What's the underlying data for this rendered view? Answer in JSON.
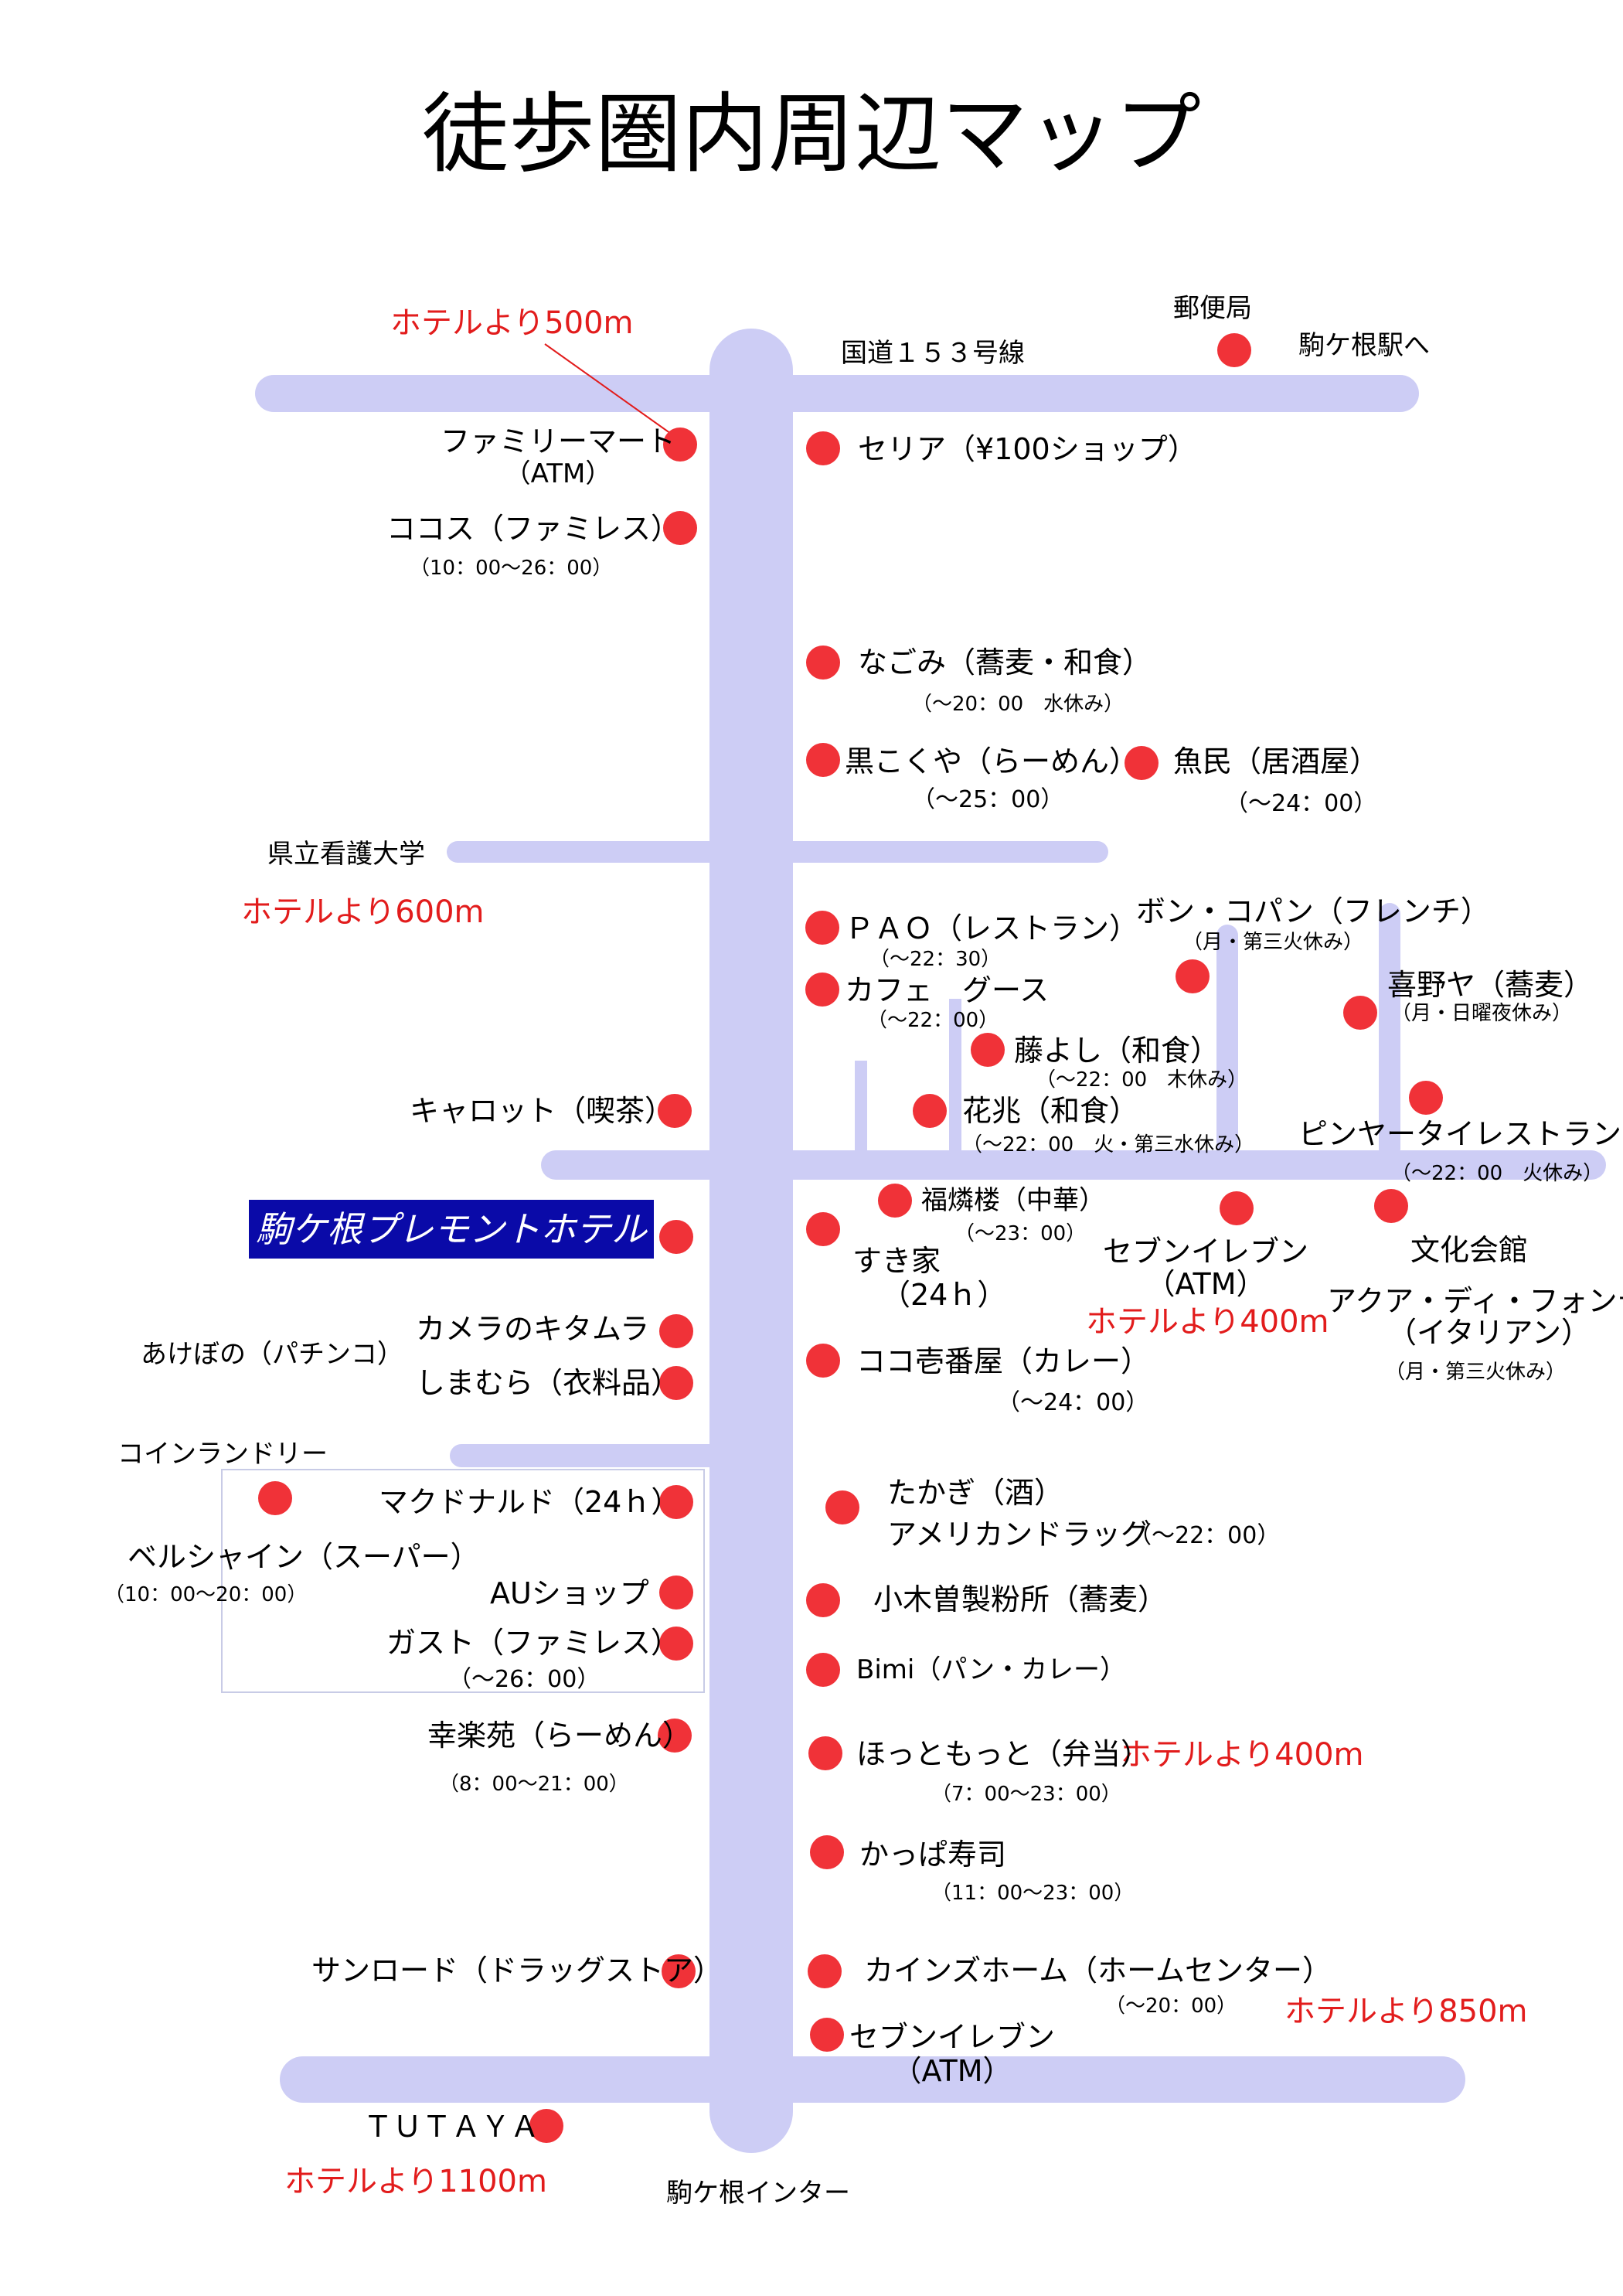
{
  "title": "徒歩圏内周辺マップ",
  "colors": {
    "road": "#cdcdf5",
    "marker": "#f03238",
    "distance_text": "#e21c1c",
    "hotel_box": "#0a0aa8"
  },
  "roads": {
    "route153": "国道１５３号線",
    "university": "県立看護大学",
    "laundry": "コインランドリー",
    "interchange": "駒ケ根インター"
  },
  "landmarks": {
    "post_office": "郵便局",
    "station": "駒ケ根駅へ",
    "pachinko": "あけぼの（パチンコ）",
    "hotel": "駒ケ根プレモントホテル"
  },
  "distances": {
    "d500": "ホテルより500m",
    "d600": "ホテルより600m",
    "d400a": "ホテルより400m",
    "d400b": "ホテルより400m",
    "d850": "ホテルより850m",
    "d1100": "ホテルより1100m"
  },
  "shops": {
    "familymart": "ファミリーマート",
    "familymart_atm": "（ATM）",
    "cocos": "ココス（ファミレス）",
    "cocos_hours": "（10：00～26：00）",
    "seria": "セリア（¥100ショップ）",
    "nagomi": "なごみ（蕎麦・和食）",
    "nagomi_hours": "（～20：00　水休み）",
    "kurokokuya": "黒こくや（らーめん）",
    "kurokokuya_hours": "（～25：00）",
    "uotami": "魚民（居酒屋）",
    "uotami_hours": "（～24：00）",
    "pao": "ＰＡＯ（レストラン）",
    "pao_hours": "（～22：30）",
    "cafe_goose": "カフェ　グース",
    "cafe_goose_hours": "（～22：00）",
    "bon_copain": "ボン・コパン（フレンチ）",
    "bon_copain_closed": "（月・第三火休み）",
    "kinoya": "喜野ヤ（蕎麦）",
    "kinoya_closed": "（月・日曜夜休み）",
    "fujiyoshi": "藤よし（和食）",
    "fujiyoshi_hours": "（～22：00　木休み）",
    "kacho": "花兆（和食）",
    "kacho_hours": "（～22：00　火・第三水休み）",
    "pinya": "ピンヤータイレストラン",
    "pinya_hours": "（～22：00　火休み）",
    "carrot": "キャロット（喫茶）",
    "fukurinrou": "福燐楼（中華）",
    "fukurinrou_hours": "（～23：00）",
    "sukiya": "すき家",
    "sukiya_hours": "（24ｈ）",
    "seven1": "セブンイレブン",
    "seven1_atm": "（ATM）",
    "bunka": "文化会館",
    "acqua": "アクア・ディ・フォンテ",
    "acqua_type": "（イタリアン）",
    "acqua_closed": "（月・第三火休み）",
    "kitamura": "カメラのキタムラ",
    "shimamura": "しまむら（衣料品）",
    "cocoichi": "ココ壱番屋（カレー）",
    "cocoichi_hours": "（～24：00）",
    "mcdonalds": "マクドナルド（24ｈ）",
    "takagi": "たかぎ（酒）",
    "american": "アメリカンドラッグ",
    "american_hours": "（～22：00）",
    "bellshine": "ベルシャイン（スーパー）",
    "bellshine_hours": "（10：00～20：00）",
    "au": "AUショップ",
    "ogiso": "小木曽製粉所（蕎麦）",
    "gusto": "ガスト（ファミレス）",
    "gusto_hours": "（～26：00）",
    "bimi": "Bimi（パン・カレー）",
    "kourakuen": "幸楽苑（らーめん）",
    "kourakuen_hours": "（8：00～21：00）",
    "hotmotto": "ほっともっと（弁当）",
    "hotmotto_hours": "（7：00～23：00）",
    "kappa": "かっぱ寿司",
    "kappa_hours": "（11：00～23：00）",
    "sunroad": "サンロード（ドラッグストア）",
    "cainz": "カインズホーム（ホームセンター）",
    "cainz_hours": "（～20：00）",
    "seven2": "セブンイレブン",
    "seven2_atm": "（ATM）",
    "tutaya": "ＴＵＴＡＹＡ"
  }
}
